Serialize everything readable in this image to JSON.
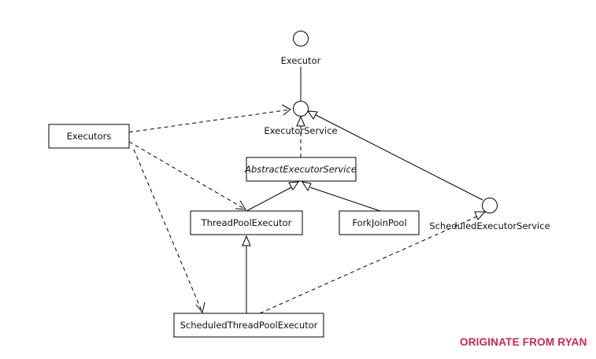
{
  "colors": {
    "line": "#000000",
    "text": "#111111",
    "background": "#ffffff",
    "watermark": "#c6284a"
  },
  "nodes": {
    "executor": {
      "label": "Executor",
      "kind": "interface"
    },
    "executor_service": {
      "label": "ExecutorService",
      "kind": "interface"
    },
    "abstract_executor_service": {
      "label": "AbstractExecutorService",
      "kind": "abstract-class"
    },
    "executors": {
      "label": "Executors",
      "kind": "class"
    },
    "thread_pool_executor": {
      "label": "ThreadPoolExecutor",
      "kind": "class"
    },
    "fork_join_pool": {
      "label": "ForkJoinPool",
      "kind": "class"
    },
    "scheduled_executor_service": {
      "label": "ScheduledExecutorService",
      "kind": "interface"
    },
    "scheduled_thread_pool_executor": {
      "label": "ScheduledThreadPoolExecutor",
      "kind": "class"
    }
  },
  "edges": [
    {
      "from": "executor_service",
      "to": "executor",
      "type": "association"
    },
    {
      "from": "abstract_executor_service",
      "to": "executor_service",
      "type": "realization"
    },
    {
      "from": "thread_pool_executor",
      "to": "abstract_executor_service",
      "type": "generalization"
    },
    {
      "from": "fork_join_pool",
      "to": "abstract_executor_service",
      "type": "generalization"
    },
    {
      "from": "scheduled_executor_service",
      "to": "executor_service",
      "type": "generalization"
    },
    {
      "from": "scheduled_thread_pool_executor",
      "to": "thread_pool_executor",
      "type": "generalization"
    },
    {
      "from": "scheduled_thread_pool_executor",
      "to": "scheduled_executor_service",
      "type": "realization"
    },
    {
      "from": "executors",
      "to": "executor_service",
      "type": "dependency"
    },
    {
      "from": "executors",
      "to": "thread_pool_executor",
      "type": "dependency"
    },
    {
      "from": "executors",
      "to": "scheduled_thread_pool_executor",
      "type": "dependency"
    }
  ],
  "watermark": "ORIGINATE FROM RYAN"
}
